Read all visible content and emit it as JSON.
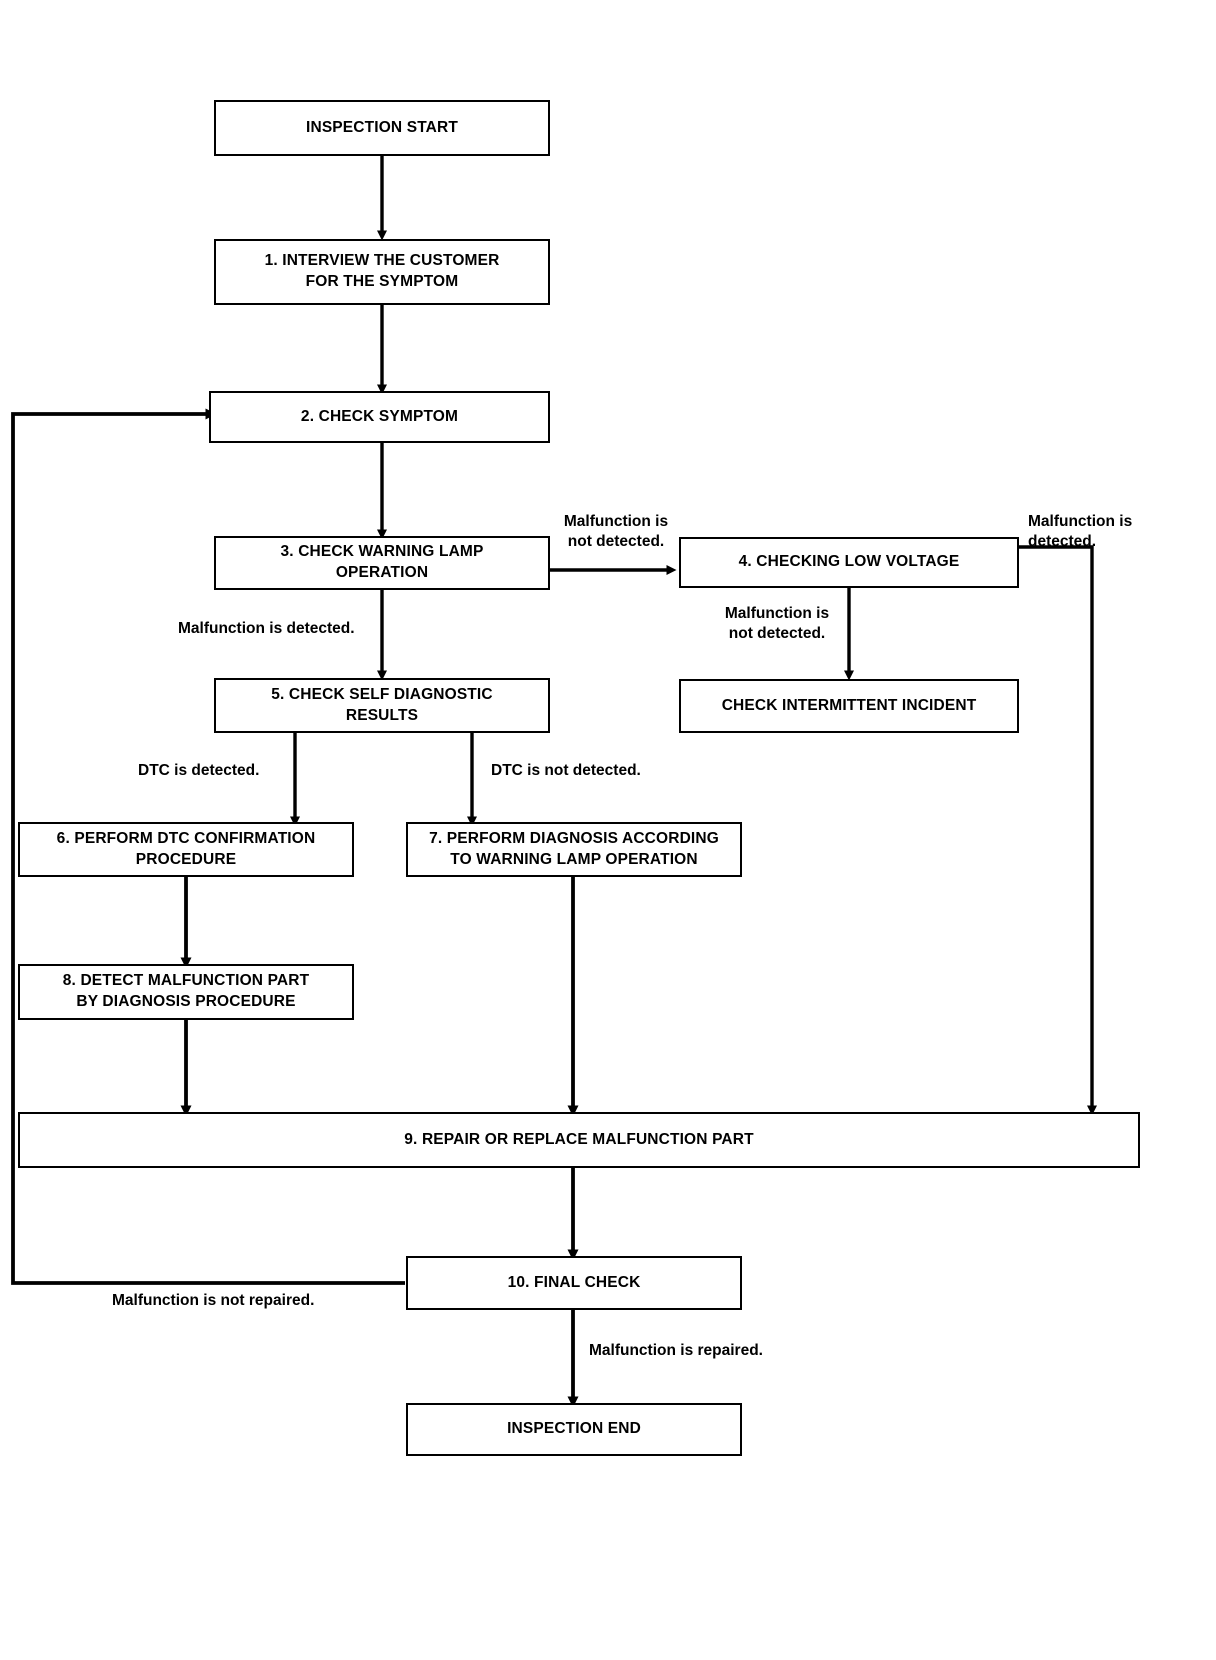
{
  "diagram": {
    "title": "Work Flow / Diagnosis Inspection Flow Chart",
    "type": "flowchart",
    "stroke_color": "#000000",
    "background_color": "#ffffff",
    "nodes": [
      {
        "id": "start",
        "label": "INSPECTION START"
      },
      {
        "id": "n1",
        "label": "1. INTERVIEW THE CUSTOMER\nFOR THE SYMPTOM"
      },
      {
        "id": "n2",
        "label": "2. CHECK SYMPTOM"
      },
      {
        "id": "n3",
        "label": "3. CHECK WARNING LAMP\nOPERATION"
      },
      {
        "id": "n4",
        "label": "4. CHECKING LOW VOLTAGE"
      },
      {
        "id": "nint",
        "label": "CHECK INTERMITTENT INCIDENT"
      },
      {
        "id": "n5",
        "label": "5. CHECK SELF DIAGNOSTIC\nRESULTS"
      },
      {
        "id": "n6",
        "label": "6. PERFORM DTC CONFIRMATION\nPROCEDURE"
      },
      {
        "id": "n7",
        "label": "7. PERFORM DIAGNOSIS ACCORDING\nTO WARNING LAMP OPERATION"
      },
      {
        "id": "n8",
        "label": "8. DETECT MALFUNCTION PART\nBY DIAGNOSIS PROCEDURE"
      },
      {
        "id": "n9",
        "label": "9. REPAIR OR REPLACE MALFUNCTION PART"
      },
      {
        "id": "n10",
        "label": "10. FINAL CHECK"
      },
      {
        "id": "end",
        "label": "INSPECTION END"
      }
    ],
    "edge_labels": [
      {
        "id": "e1",
        "text": "Malfunction is\nnot detected.",
        "from": "n3",
        "to": "n4"
      },
      {
        "id": "e2",
        "text": "Malfunction is\ndetected.",
        "from": "n4",
        "to": "n9"
      },
      {
        "id": "e3",
        "text": "Malfunction is\nnot detected.",
        "from": "n4",
        "to": "nint"
      },
      {
        "id": "e4",
        "text": "Malfunction is detected.",
        "from": "n3",
        "to": "n5"
      },
      {
        "id": "e5",
        "text": "DTC is detected.",
        "from": "n5",
        "to": "n6"
      },
      {
        "id": "e6",
        "text": "DTC is not detected.",
        "from": "n5",
        "to": "n7"
      },
      {
        "id": "e7",
        "text": "Malfunction is not repaired.",
        "from": "n10",
        "to": "n2"
      },
      {
        "id": "e8",
        "text": "Malfunction is repaired.",
        "from": "n10",
        "to": "end"
      }
    ]
  }
}
